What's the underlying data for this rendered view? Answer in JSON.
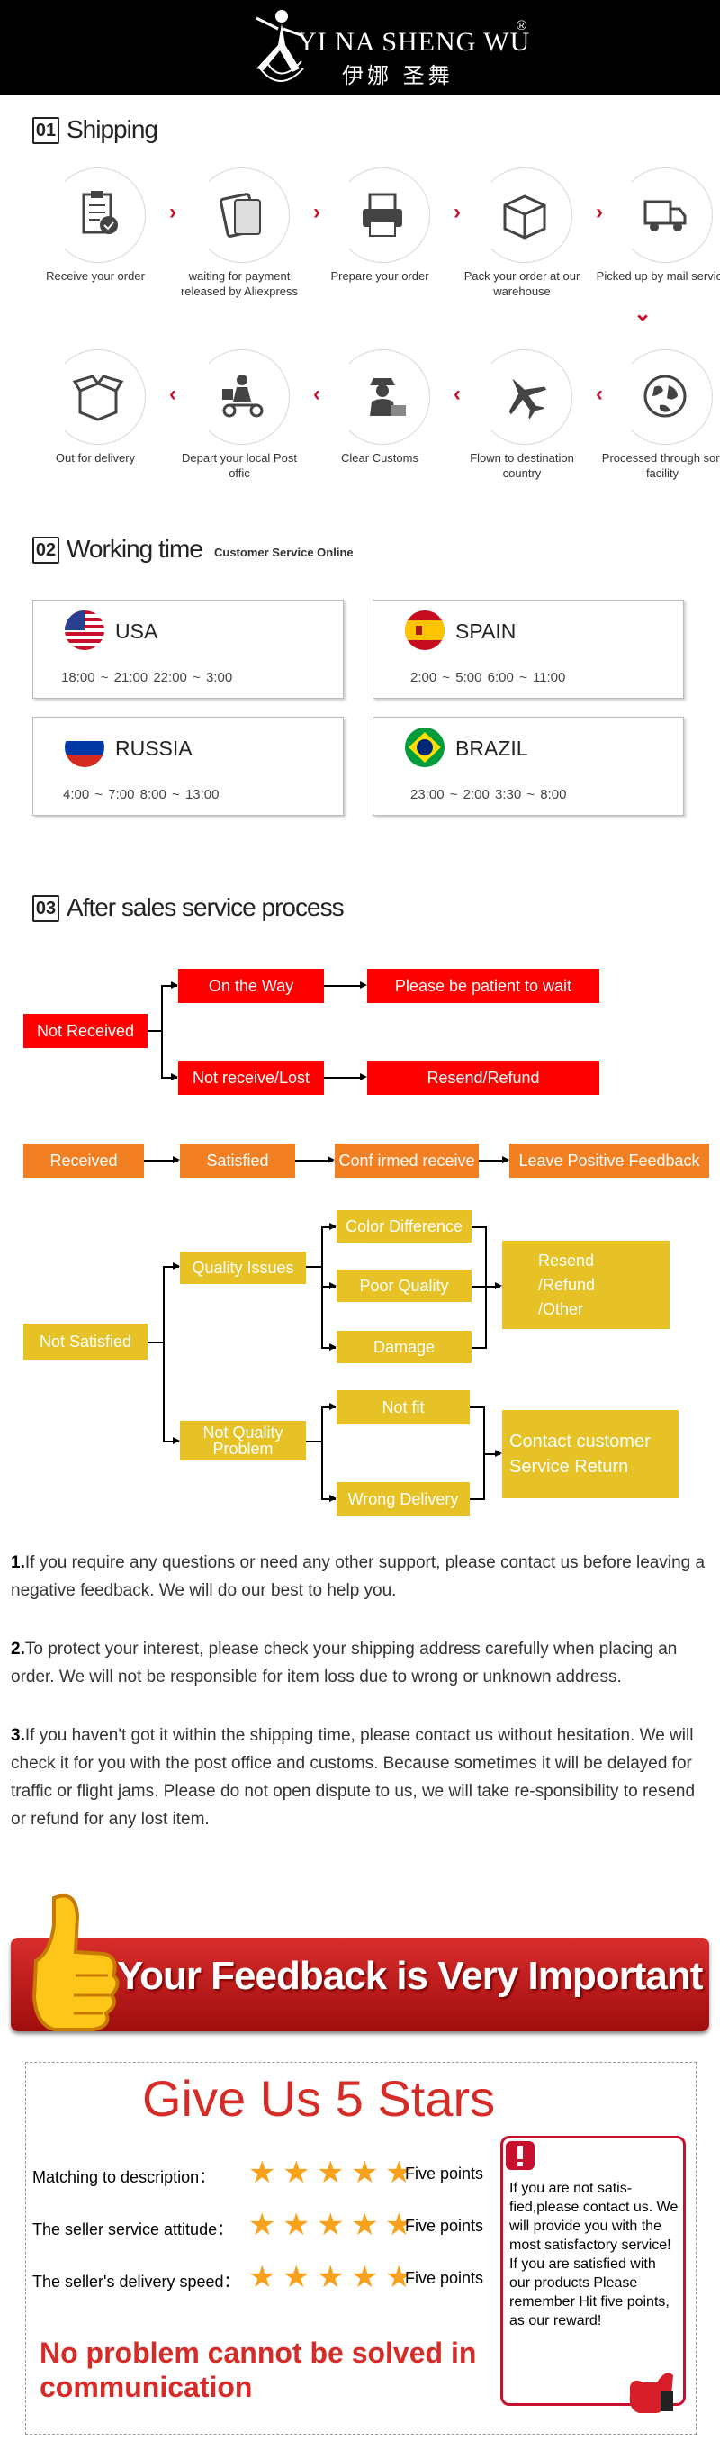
{
  "header": {
    "brand_en": "YI NA SHENG WU",
    "brand_cn": "伊娜 圣舞",
    "reg_mark": "®"
  },
  "shipping": {
    "num": "01",
    "title": "Shipping",
    "row1": [
      {
        "icon": "clipboard-check-icon",
        "label": "Receive your order"
      },
      {
        "icon": "payment-card-icon",
        "label": "waiting for payment released by Aliexpress"
      },
      {
        "icon": "printer-icon",
        "label": "Prepare your order"
      },
      {
        "icon": "package-box-icon",
        "label": "Pack your order at our warehouse"
      },
      {
        "icon": "delivery-truck-icon",
        "label": "Picked up by mail service"
      }
    ],
    "row2": [
      {
        "icon": "open-box-icon",
        "label": "Out for delivery"
      },
      {
        "icon": "courier-scooter-icon",
        "label": "Depart your local Post offic"
      },
      {
        "icon": "customs-officer-icon",
        "label": "Clear Customs"
      },
      {
        "icon": "airplane-icon",
        "label": "Flown to destination country"
      },
      {
        "icon": "globe-icon",
        "label": "Processed through sort facility"
      }
    ]
  },
  "working_time": {
    "num": "02",
    "title": "Working time",
    "subtitle": "Customer Service Online",
    "countries": [
      {
        "name": "USA",
        "times": "18:00 ~ 21:00    22:00 ~ 3:00",
        "flag": "us-flag-icon"
      },
      {
        "name": "SPAIN",
        "times": "2:00 ~ 5:00     6:00 ~ 11:00",
        "flag": "spain-flag-icon"
      },
      {
        "name": "RUSSIA",
        "times": "4:00 ~ 7:00     8:00 ~ 13:00",
        "flag": "russia-flag-icon"
      },
      {
        "name": "BRAZIL",
        "times": "23:00 ~ 2:00    3:30 ~ 8:00",
        "flag": "brazil-flag-icon"
      }
    ]
  },
  "after_sales": {
    "num": "03",
    "title": "After sales service process",
    "not_received": "Not Received",
    "on_the_way": "On the Way",
    "be_patient": "Please be patient to wait",
    "not_receive_lost": "Not receive/Lost",
    "resend_refund": "Resend/Refund",
    "received": "Received",
    "satisfied": "Satisfied",
    "confirmed_receive": "Conf irmed receive",
    "leave_feedback": "Leave Positive Feedback",
    "not_satisfied": "Not Satisfied",
    "quality_issues": "Quality Issues",
    "color_difference": "Color Difference",
    "poor_quality": "Poor Quality",
    "damage": "Damage",
    "resend_other": "Resend\n/Refund\n/Other",
    "not_quality_problem": "Not Quality\nProblem",
    "not_fit": "Not fit",
    "wrong_delivery": "Wrong Delivery",
    "contact_customer": "Contact customer\nService Return",
    "colors": {
      "red": "#fe0000",
      "orange": "#f27f22",
      "yellow": "#e6c227"
    }
  },
  "notes": [
    {
      "num": "1.",
      "text": "If you require any questions or need any other support, please contact us before leaving a negative feedback. We will do our best to help you."
    },
    {
      "num": "2.",
      "text": "To protect your interest, please check your shipping address carefully when placing an order. We will not be responsible for item loss due to wrong or unknown address."
    },
    {
      "num": "3.",
      "text": "If you haven't got it within the shipping time, please contact us without hesitation. We will check it for you with the post office and customs. Because sometimes it will be delayed for traffic or flight jams. Please do not open dispute to us, we will take re-sponsibility to resend or refund for any lost item."
    }
  ],
  "feedback": {
    "banner": "Your Feedback is Very Important",
    "give_stars": "Give Us 5 Stars",
    "ratings": [
      {
        "label": "Matching to description：",
        "stars": 5,
        "points": "Five points"
      },
      {
        "label": "The seller service attitude：",
        "stars": 5,
        "points": "Five points"
      },
      {
        "label": "The seller's delivery speed：",
        "stars": 5,
        "points": "Five points"
      }
    ],
    "note": "If you are not satis-fied,please contact us. We will provide you with the most satisfactory service! If you are satisfied with our products Please remember Hit five points, as our reward!",
    "slogan": "No problem cannot be solved in communication"
  }
}
